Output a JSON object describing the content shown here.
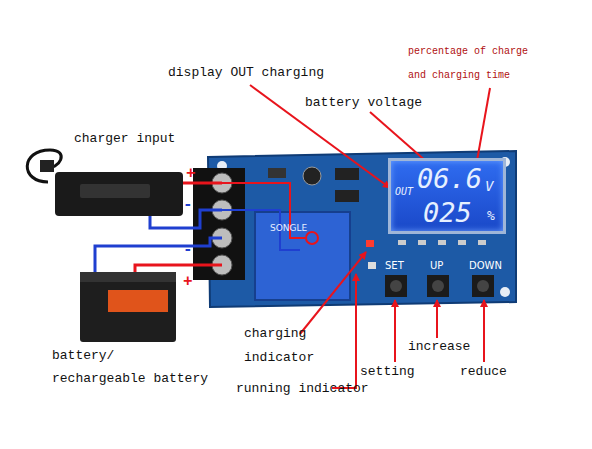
{
  "diagram": {
    "nodes": [
      {
        "text": [
          "OUT",
          "06.6",
          "V",
          "025",
          "%"
        ]
      }
    ],
    "labels": [
      "percentage of charge and charging time",
      "display OUT charging",
      "battery voltage",
      "charger input",
      "+",
      "-",
      "-",
      "+",
      "SET",
      "UP",
      "DOWN",
      "SONGLE",
      "charging indicator",
      "battery/ rechargeable battery",
      "increase",
      "setting",
      "running indicator",
      "reduce"
    ]
  }
}
